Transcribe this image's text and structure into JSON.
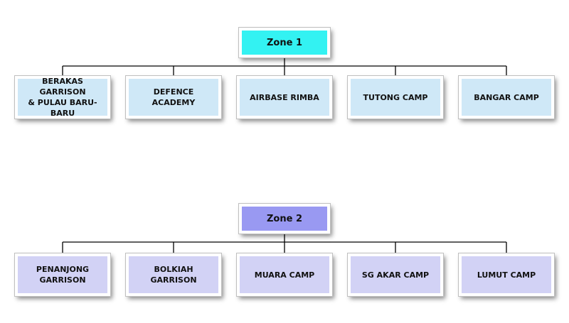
{
  "zones": [
    {
      "title": "Zone 1",
      "header_color": "#33f2f2",
      "child_color": "#cfe8f7",
      "children": [
        "BERAKAS GARRISON\n& PULAU BARU-BARU",
        "DEFENCE ACADEMY",
        "AIRBASE RIMBA",
        "TUTONG CAMP",
        "BANGAR CAMP"
      ]
    },
    {
      "title": "Zone 2",
      "header_color": "#9999f2",
      "child_color": "#d2d2f5",
      "children": [
        "PENANJONG\nGARRISON",
        "BOLKIAH GARRISON",
        "MUARA CAMP",
        "SG AKAR CAMP",
        "LUMUT CAMP"
      ]
    }
  ],
  "line_color": "#000000"
}
